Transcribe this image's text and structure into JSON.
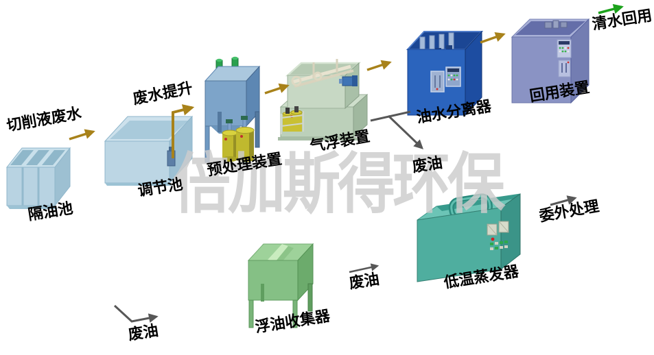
{
  "watermark": "倍加斯得环保",
  "labels": {
    "influent": "切削液废水",
    "oil_separation_tank": "隔油池",
    "regulating_tank": "调节池",
    "wastewater_lift": "废水提升",
    "pretreatment_unit": "预处理装置",
    "air_flotation_unit": "气浮装置",
    "oil_water_separator": "油水分离器",
    "reuse_unit": "回用装置",
    "clean_water_reuse": "清水回用",
    "waste_oil_from_separator": "废油",
    "low_temp_evaporator": "低温蒸发器",
    "outsourced_treatment": "委外处理",
    "floating_oil_collector": "浮油收集器",
    "waste_oil_from_collector": "废油",
    "waste_oil_bottom_left": "废油"
  },
  "colors": {
    "flow_arrow_gold": "#a8821a",
    "clean_water_arrow_green": "#1ca21c",
    "waste_oil_arrow_gray": "#575757",
    "tank_light_blue": "#b7d3e2",
    "pretreatment_blue": "#7da4c9",
    "flotation_sage_green": "#c7d8c4",
    "separator_blue": "#2b64bd",
    "reuse_periwinkle": "#8a93c4",
    "evaporator_teal": "#4fae9f",
    "collector_green": "#85c085",
    "dosing_drum_yellow": "#c0b92e",
    "pump_green": "#2aa04e",
    "watermark_gray": "#cdcdcd",
    "label_black": "#000000"
  }
}
